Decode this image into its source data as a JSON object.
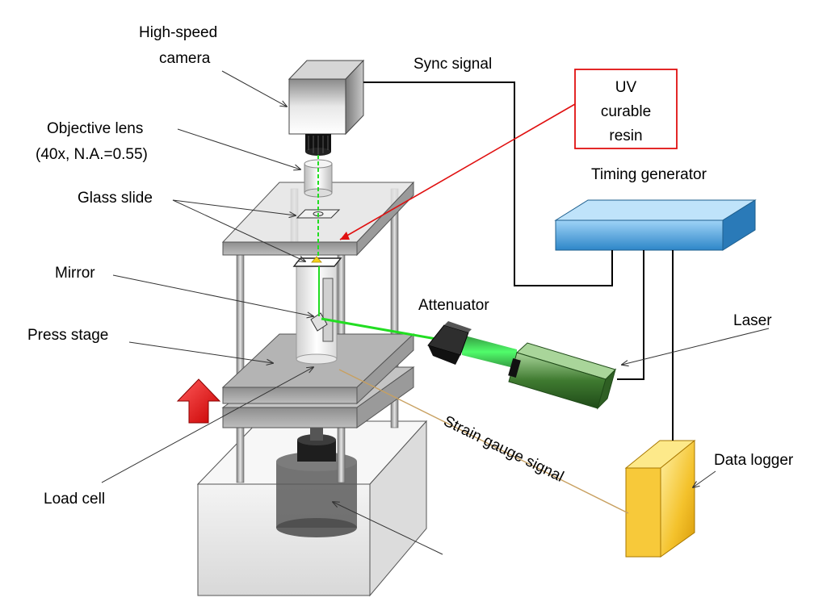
{
  "labels": {
    "camera_line1": "High-speed",
    "camera_line2": "camera",
    "objective_line1": "Objective lens",
    "objective_line2": "(40x, N.A.=0.55)",
    "glass_slide": "Glass slide",
    "mirror": "Mirror",
    "press_stage": "Press stage",
    "load_cell": "Load cell",
    "sync_signal": "Sync signal",
    "uv_line1": "UV",
    "uv_line2": "curable",
    "uv_line3": "resin",
    "timing_generator": "Timing generator",
    "attenuator": "Attenuator",
    "laser": "Laser",
    "strain_gauge_signal": "Strain gauge signal",
    "data_logger": "Data logger"
  },
  "colors": {
    "laser_beam": "#22dd22",
    "uv_box_border": "#e01010",
    "arrow_up": "#e81010",
    "strain_line": "#c8a060",
    "timing_generator": "#4a9fd8",
    "data_logger": "#f0c020",
    "laser_body": "#3f7a30"
  }
}
